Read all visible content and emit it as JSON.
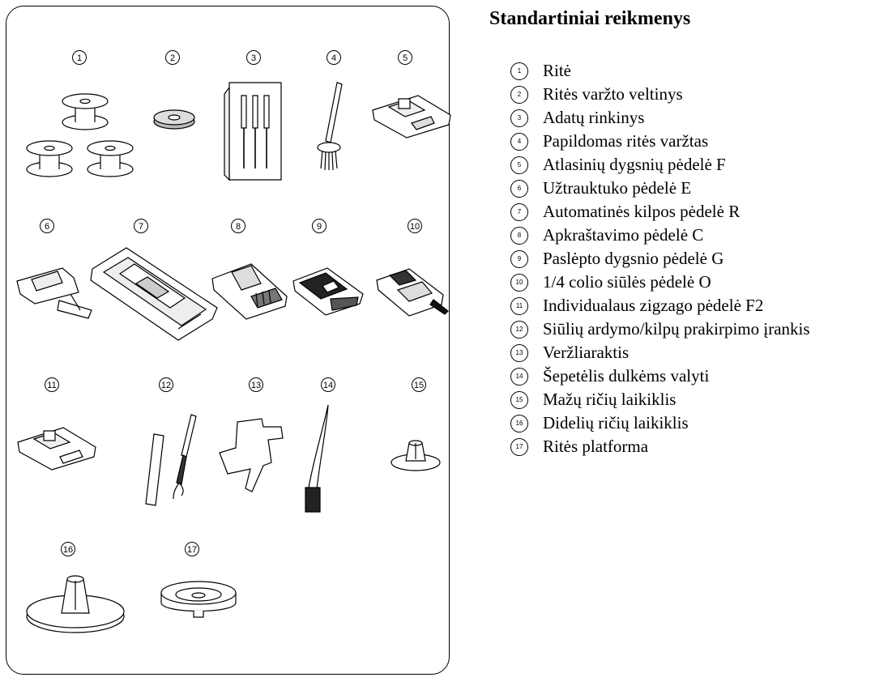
{
  "title": "Standartiniai reikmenys",
  "items": [
    {
      "num": "1",
      "label": "Ritė"
    },
    {
      "num": "2",
      "label": "Ritės varžto veltinys"
    },
    {
      "num": "3",
      "label": "Adatų rinkinys"
    },
    {
      "num": "4",
      "label": "Papildomas ritės varžtas"
    },
    {
      "num": "5",
      "label": "Atlasinių dygsnių pėdelė F"
    },
    {
      "num": "6",
      "label": "Užtrauktuko pėdelė E"
    },
    {
      "num": "7",
      "label": "Automatinės kilpos pėdelė R"
    },
    {
      "num": "8",
      "label": "Apkraštavimo pėdelė C"
    },
    {
      "num": "9",
      "label": "Paslėpto dygsnio pėdelė G"
    },
    {
      "num": "10",
      "label": "1/4 colio siūlės pėdelė O"
    },
    {
      "num": "11",
      "label": "Individualaus zigzago pėdelė F2"
    },
    {
      "num": "12",
      "label": "Siūlių ardymo/kilpų prakirpimo įrankis"
    },
    {
      "num": "13",
      "label": "Veržliaraktis"
    },
    {
      "num": "14",
      "label": "Šepetėlis dulkėms valyti"
    },
    {
      "num": "15",
      "label": "Mažų ričių laikiklis"
    },
    {
      "num": "16",
      "label": "Didelių ričių laikiklis"
    },
    {
      "num": "17",
      "label": "Ritės platforma"
    }
  ]
}
